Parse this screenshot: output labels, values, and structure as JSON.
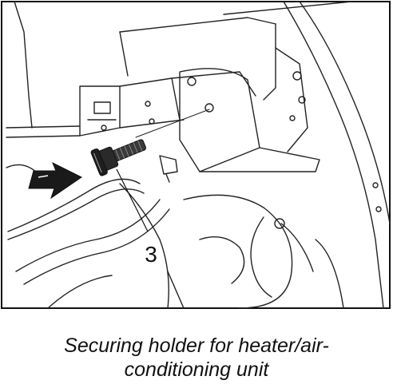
{
  "figure": {
    "callout": "3",
    "caption_line1": "Securing holder for heater/air-",
    "caption_line2": "conditioning unit",
    "colors": {
      "line": "#111111",
      "background": "#ffffff",
      "part": "#222222"
    },
    "icons": [
      "direction-arrow-icon",
      "screw-bolt-icon"
    ]
  }
}
